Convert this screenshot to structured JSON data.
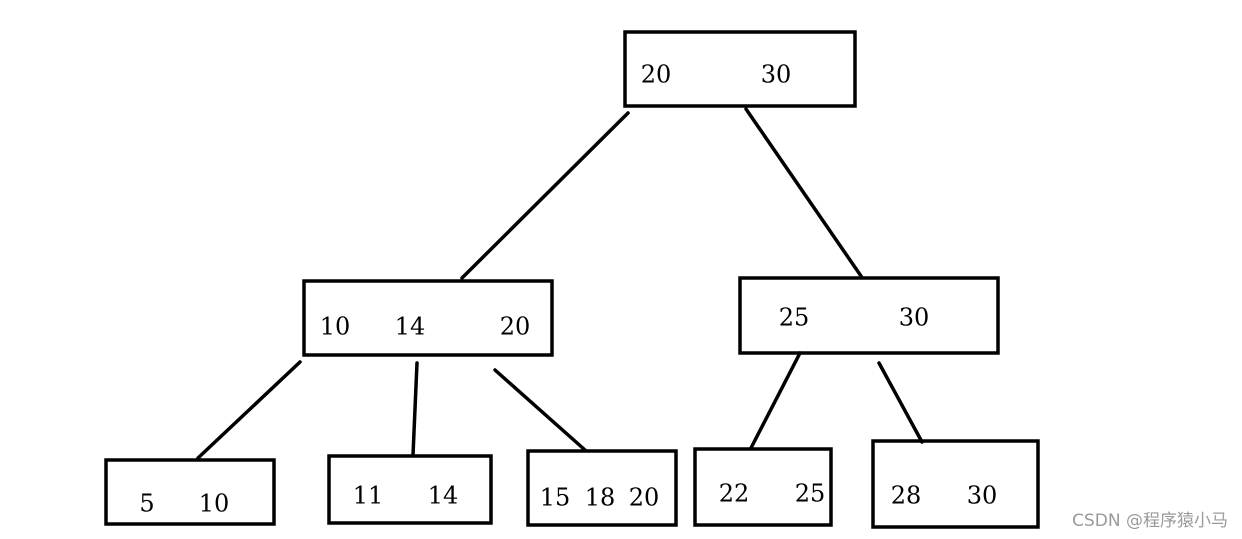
{
  "nodes": [
    {
      "id": "root",
      "keys": [
        "20",
        "30"
      ]
    },
    {
      "id": "mid-left",
      "keys": [
        "10",
        "14",
        "20"
      ]
    },
    {
      "id": "mid-right",
      "keys": [
        "25",
        "30"
      ]
    },
    {
      "id": "leaf-1",
      "keys": [
        "5",
        "10"
      ]
    },
    {
      "id": "leaf-2",
      "keys": [
        "11",
        "14"
      ]
    },
    {
      "id": "leaf-3",
      "keys": [
        "15",
        "18",
        "20"
      ]
    },
    {
      "id": "leaf-4",
      "keys": [
        "22",
        "25"
      ]
    },
    {
      "id": "leaf-5",
      "keys": [
        "28",
        "30"
      ]
    }
  ],
  "edges": [
    [
      "root",
      "mid-left"
    ],
    [
      "root",
      "mid-right"
    ],
    [
      "mid-left",
      "leaf-1"
    ],
    [
      "mid-left",
      "leaf-2"
    ],
    [
      "mid-left",
      "leaf-3"
    ],
    [
      "mid-right",
      "leaf-4"
    ],
    [
      "mid-right",
      "leaf-5"
    ]
  ],
  "watermark": "CSDN @程序猿小马",
  "colors": {
    "stroke": "#000000",
    "background": "#ffffff",
    "watermark": "#9a9a9a"
  }
}
